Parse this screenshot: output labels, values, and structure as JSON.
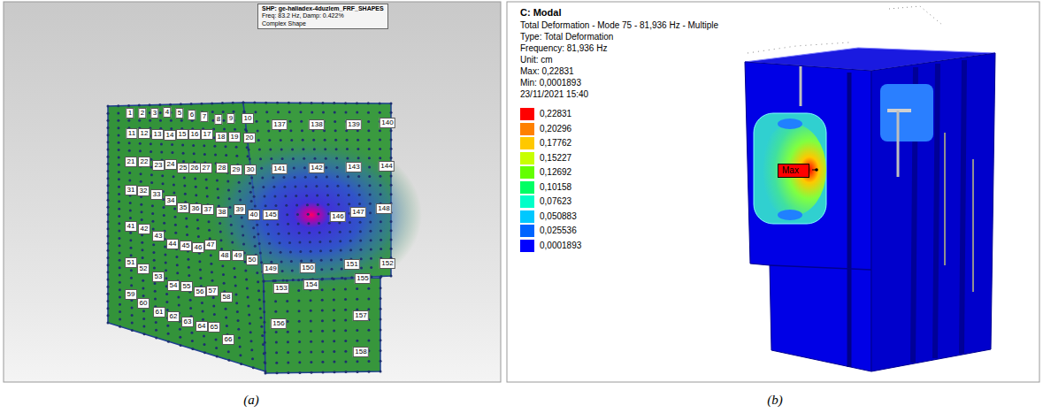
{
  "diagram": {
    "nodes": [
      {
        "text": [
          "SHP: ge-haliadex-4duzlem_FRF_SHAPES",
          "Freq: 83.2 Hz, Damp: 0.422%",
          "Complex Shape"
        ]
      },
      {
        "text": [
          "Max"
        ]
      }
    ],
    "labels": [
      "1",
      "2",
      "3",
      "4",
      "5",
      "6",
      "7",
      "8",
      "9",
      "10",
      "137",
      "138",
      "139",
      "140",
      "11",
      "12",
      "13",
      "14",
      "15",
      "16",
      "17",
      "18",
      "19",
      "20",
      "21",
      "22",
      "23",
      "24",
      "25",
      "26",
      "27",
      "28",
      "29",
      "30",
      "141",
      "142",
      "143",
      "144",
      "31",
      "32",
      "33",
      "34",
      "35",
      "36",
      "37",
      "38",
      "39",
      "40",
      "145",
      "146",
      "147",
      "148",
      "41",
      "42",
      "43",
      "44",
      "45",
      "46",
      "47",
      "48",
      "49",
      "50",
      "149",
      "150",
      "151",
      "152",
      "51",
      "52",
      "53",
      "54",
      "55",
      "56",
      "57",
      "58",
      "153",
      "154",
      "155",
      "59",
      "60",
      "61",
      "62",
      "63",
      "64",
      "65",
      "66",
      "156",
      "157",
      "158",
      "C: Modal",
      "Total Deformation - Mode 75 - 81,936 Hz - Multiple",
      "Type: Total Deformation",
      "Frequency: 81,936 Hz",
      "Unit: cm",
      "Max: 0,22831",
      "Min: 0,0001893",
      "23/11/2021 15:40",
      "(a)",
      "(b)"
    ],
    "legend": [
      {
        "text": "0,22831",
        "color": "#FF0000"
      },
      {
        "text": "0,20296",
        "color": "#FF8000"
      },
      {
        "text": "0,17762",
        "color": "#FFC800"
      },
      {
        "text": "0,15227",
        "color": "#C8FF00"
      },
      {
        "text": "0,12692",
        "color": "#64FF00"
      },
      {
        "text": "0,10158",
        "color": "#00FF64"
      },
      {
        "text": "0,07623",
        "color": "#00FFC8"
      },
      {
        "text": "0,050883",
        "color": "#00C8FF"
      },
      {
        "text": "0,025536",
        "color": "#0064FF"
      },
      {
        "text": "0,0001893",
        "color": "#0000FF"
      }
    ]
  }
}
